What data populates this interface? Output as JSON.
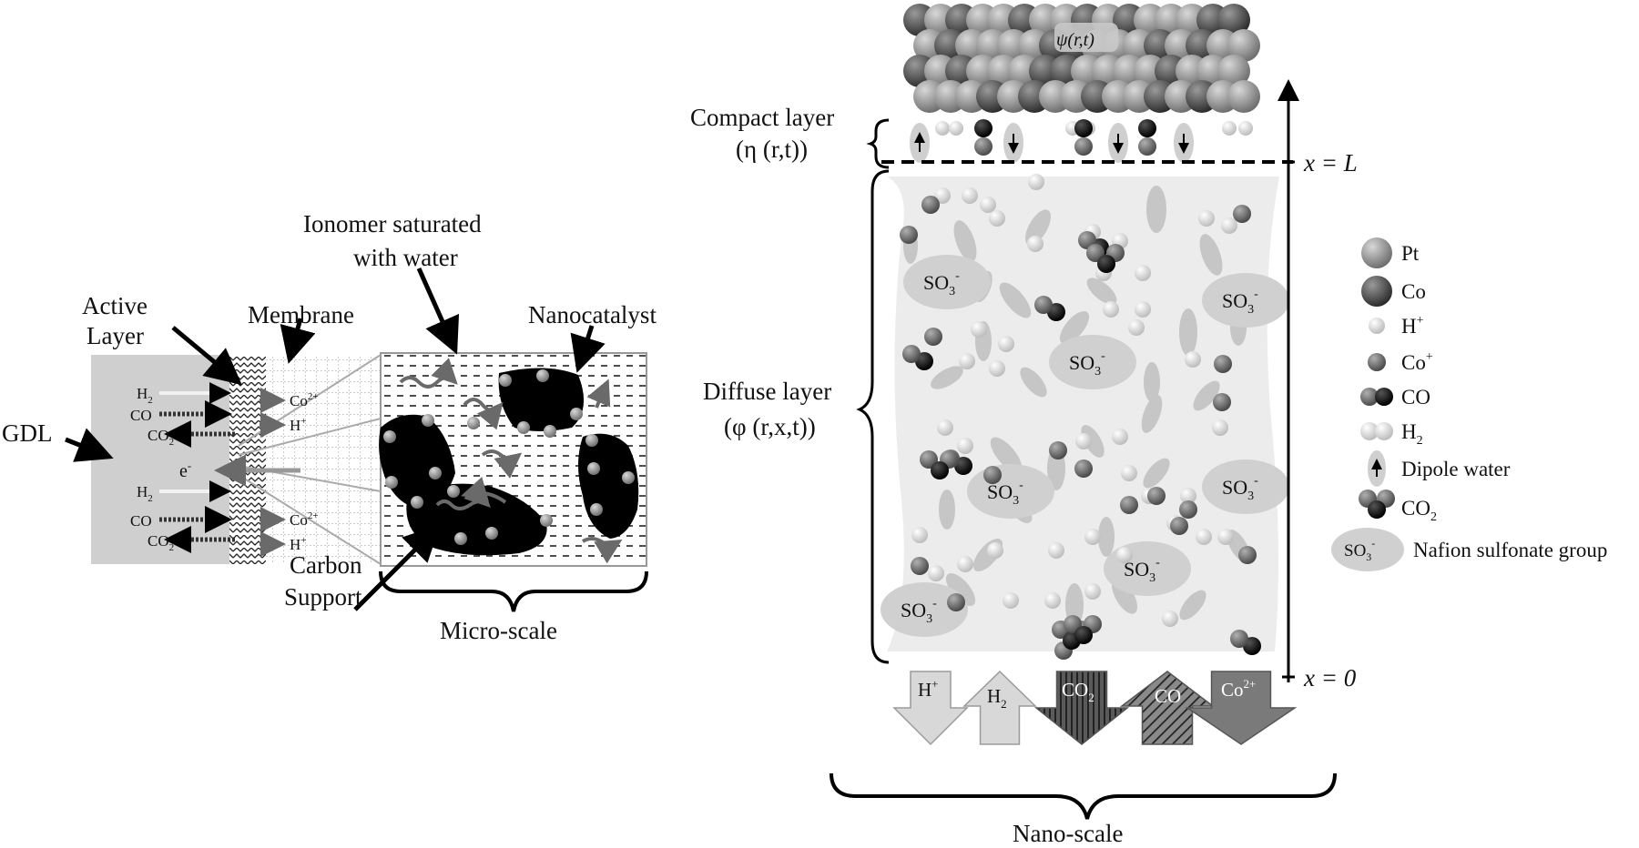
{
  "labels": {
    "gdl": "GDL",
    "active_layer_1": "Active",
    "active_layer_2": "Layer",
    "membrane": "Membrane",
    "ionomer_1": "Ionomer saturated",
    "ionomer_2": "with water",
    "nanocatalyst": "Nanocatalyst",
    "carbon_1": "Carbon",
    "carbon_2": "Support",
    "micro_scale": "Micro-scale",
    "nano_scale": "Nano-scale",
    "compact_1": "Compact layer",
    "compact_2": "(η (r,t))",
    "diffuse_1": "Diffuse layer",
    "diffuse_2": "(φ (r,x,t))",
    "psi": "ψ(r,t)",
    "x_L": "x = L",
    "x_0": "x = 0"
  },
  "gdl_species": {
    "h2": "H2",
    "co": "CO",
    "co2": "CO2",
    "electron": "e-",
    "co_ion": "Co2+",
    "h_ion": "H+"
  },
  "sulfonate_label": "SO3-",
  "flux_arrows": [
    {
      "label": "H+",
      "dir": "down",
      "fill": "#d8d8d8"
    },
    {
      "label": "H2",
      "dir": "up",
      "fill": "#d8d8d8"
    },
    {
      "label": "CO2",
      "dir": "down",
      "fill": "#5a5a5a"
    },
    {
      "label": "CO",
      "dir": "up",
      "fill": "#5a5a5a"
    },
    {
      "label": "Co2+",
      "dir": "down",
      "fill": "#7a7a7a"
    }
  ],
  "legend": [
    {
      "key": "pt",
      "label": "Pt"
    },
    {
      "key": "co",
      "label": "Co"
    },
    {
      "key": "hplus",
      "label": "H+"
    },
    {
      "key": "coplus",
      "label": "Co+"
    },
    {
      "key": "comol",
      "label": "CO"
    },
    {
      "key": "h2",
      "label": "H2"
    },
    {
      "key": "dipole",
      "label": "Dipole water"
    },
    {
      "key": "co2",
      "label": "CO2"
    },
    {
      "key": "so3",
      "label": "Nafion sulfonate group"
    }
  ],
  "colors": {
    "pt": "#9a9a9a",
    "co": "#555555",
    "hplus": "#e8e8e8",
    "fluid": "#ececec",
    "carbon": "#000000"
  }
}
